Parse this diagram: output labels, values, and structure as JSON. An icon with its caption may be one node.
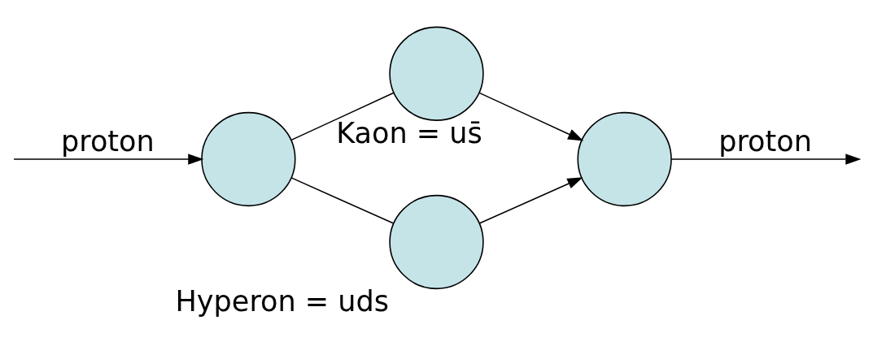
{
  "diagram": {
    "nodes": [
      {
        "text": [],
        "shape": "circle"
      },
      {
        "text": [],
        "shape": "circle",
        "beside": [
          "Kaon = us̄"
        ]
      },
      {
        "text": [],
        "shape": "circle",
        "beside": [
          "Hyperon = uds"
        ]
      },
      {
        "text": [],
        "shape": "circle"
      }
    ],
    "edges": [
      {
        "from": null,
        "to": 0,
        "arrow": "to",
        "label": "proton"
      },
      {
        "from": 0,
        "to": 1,
        "arrow": "none"
      },
      {
        "from": 0,
        "to": 2,
        "arrow": "none"
      },
      {
        "from": 1,
        "to": 3,
        "arrow": "to"
      },
      {
        "from": 2,
        "to": 3,
        "arrow": "to"
      },
      {
        "from": 3,
        "to": null,
        "arrow": "to",
        "label": "proton"
      }
    ]
  }
}
